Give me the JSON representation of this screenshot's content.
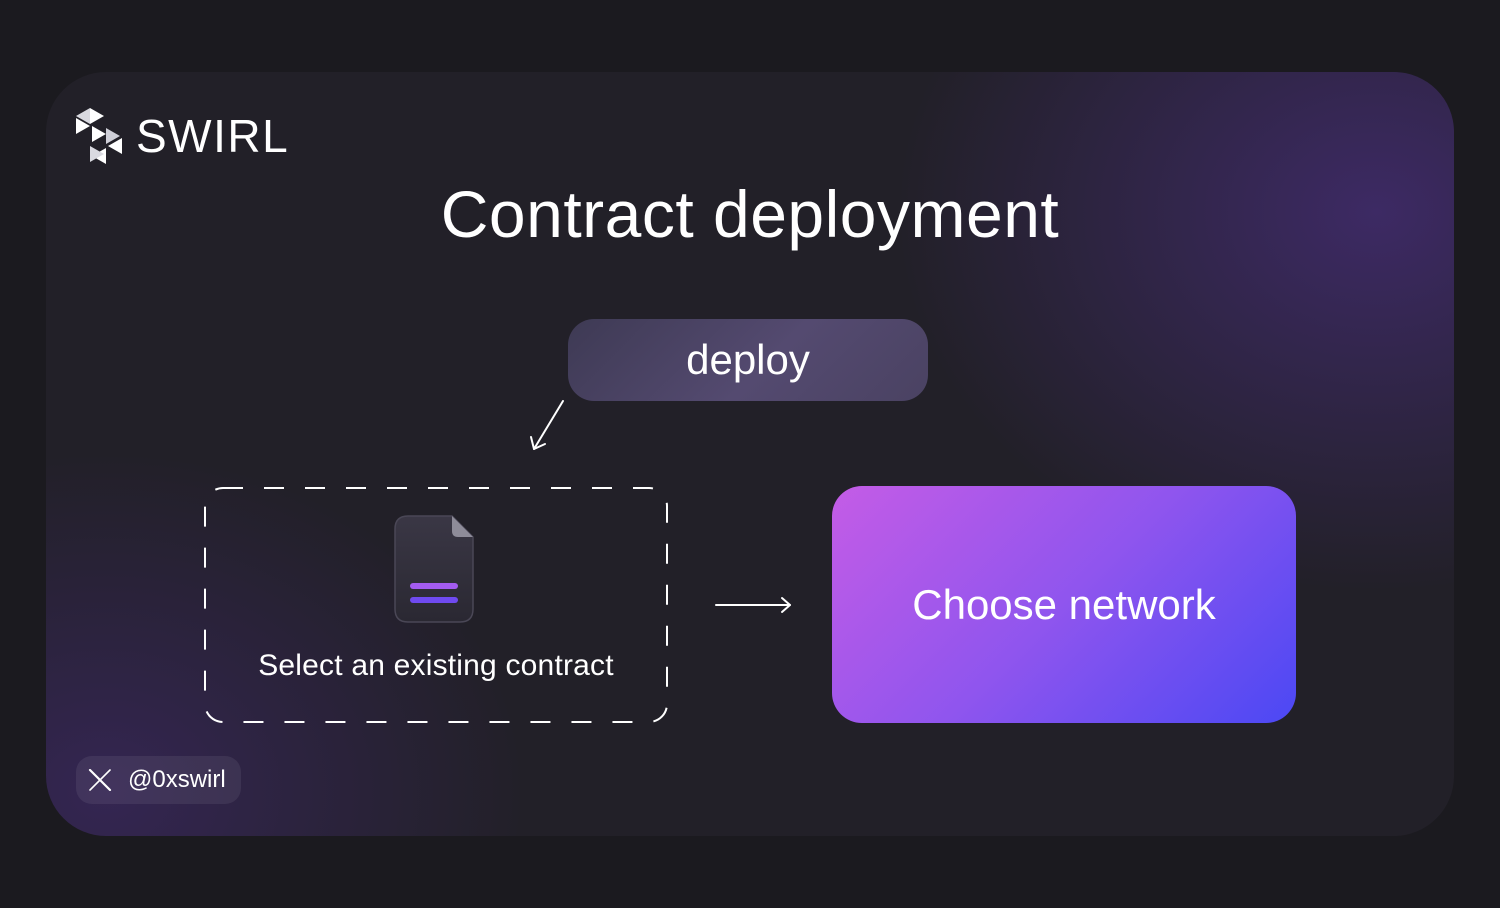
{
  "brand": {
    "name": "SWIRL",
    "logo_icon": "swirl-logo-icon"
  },
  "title": "Contract deployment",
  "deploy_label": "deploy",
  "select_contract": {
    "label": "Select an existing contract",
    "icon": "document-icon",
    "accent_top": "#a45cf0",
    "accent_bottom": "#6f4af0"
  },
  "flow_arrow_icon": "arrow-right-icon",
  "deploy_arrow_icon": "arrow-down-left-icon",
  "choose_network": {
    "label": "Choose network",
    "gradient_start": "#c45ce6",
    "gradient_end": "#4b48f4"
  },
  "social": {
    "icon": "x-logo-icon",
    "handle": "@0xswirl"
  },
  "colors": {
    "page_bg": "#1b1a1f",
    "card_bg": "#222028",
    "text": "#ffffff"
  }
}
